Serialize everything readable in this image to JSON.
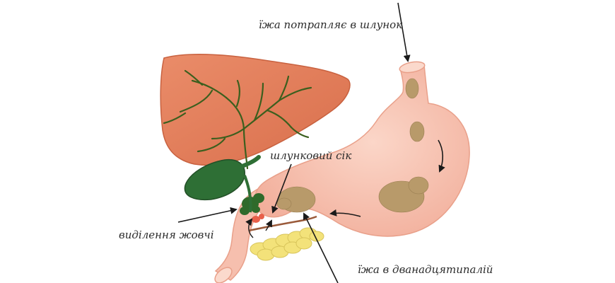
{
  "labels": {
    "food_to_stomach": "їжа потрапляє в шлунок",
    "gastric_juice": "шлунковий сік",
    "bile_secretion": "виділення жовчі",
    "food_to_duodenum": "їжа в дванадцятипалій"
  },
  "colors": {
    "liver": "#e5805d",
    "liver_shadow": "#cf6a4a",
    "bile_ducts": "#3b5f1e",
    "gallbladder": "#2e6f35",
    "stomach": "#f6bfae",
    "stomach_outline": "#e9a08a",
    "pancreas": "#f3e27a",
    "food": "#b89a6a",
    "arrow": "#1a1a1a"
  }
}
